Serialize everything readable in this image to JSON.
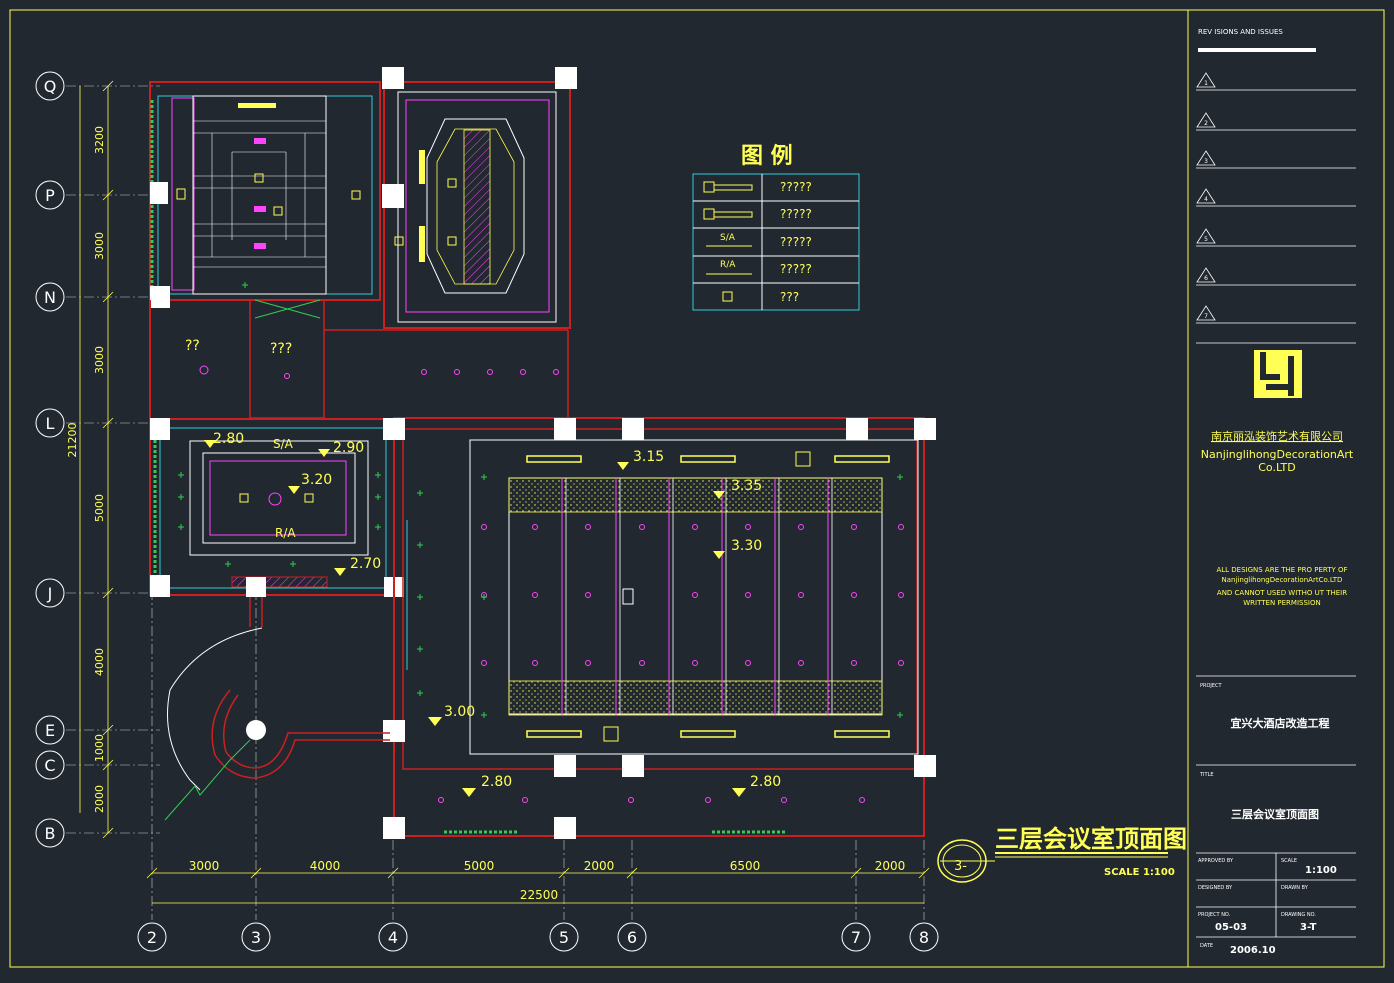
{
  "grid_rows": [
    "Q",
    "P",
    "N",
    "L",
    "J",
    "E",
    "C",
    "B"
  ],
  "grid_cols": [
    "2",
    "3",
    "4",
    "5",
    "6",
    "7",
    "8"
  ],
  "left_dims": [
    "3200",
    "3000",
    "3000",
    "5000",
    "4000",
    "1000",
    "2000"
  ],
  "left_total": "21200",
  "bottom_dims": [
    "3000",
    "4000",
    "5000",
    "2000",
    "6500",
    "2000"
  ],
  "bottom_total": "22500",
  "legend": {
    "title": "图 例",
    "rows": [
      "?????",
      "?????",
      "?????",
      "?????",
      "???"
    ],
    "sa": "S/A",
    "ra": "R/A"
  },
  "room_labels": {
    "corridor_a": "??",
    "corridor_b": "???"
  },
  "elevations": {
    "l1": "2.80",
    "l2": "2.90",
    "l3": "3.20",
    "l4": "2.70",
    "l5": "3.15",
    "l6": "3.35",
    "l7": "3.30",
    "l8": "3.00",
    "l9": "2.80",
    "l10": "2.80"
  },
  "small_labels": {
    "sa": "S/A",
    "ra": "R/A"
  },
  "title_block": {
    "revisions_label": "REV ISIONS AND ISSUES",
    "revision_marks": [
      "1",
      "2",
      "3",
      "4",
      "5",
      "6",
      "7"
    ],
    "company_cn": "南京丽泓装饰艺术有限公司",
    "company_en_1": "NanjinglihongDecorationArt",
    "company_en_2": "Co.LTD",
    "notice_1": "ALL DESIGNS ARE THE PRO PERTY OF",
    "notice_2": "NanjinglihongDecorationArtCo.LTD",
    "notice_3": "AND CANNOT USED WITHO UT THEIR",
    "notice_4": "WRITTEN PERMISSION",
    "project_label": "PROJECT",
    "project_name": "宜兴大酒店改造工程",
    "title_label": "TITLE",
    "title_name": "三层会议室顶面图",
    "approved_label": "APPROVED BY",
    "scale_label": "SCALE",
    "scale_value": "1:100",
    "designed_label": "DESIGNED BY",
    "drawn_label": "DRAWN BY",
    "project_no_label": "PROJECT NO.",
    "project_no": "05-03",
    "drawing_no_label": "DRAWING NO.",
    "drawing_no": "3-T",
    "date_label": "DATE",
    "date": "2006.10"
  },
  "drawing_title": {
    "title": "三层会议室顶面图",
    "scale": "SCALE  1:100",
    "tag": "3-"
  },
  "colors": {
    "yellow": "#ffff55",
    "red": "#cc2020",
    "magenta": "#ff44ff",
    "cyan": "#33ccdd",
    "green": "#33cc55",
    "background": "#212830"
  }
}
